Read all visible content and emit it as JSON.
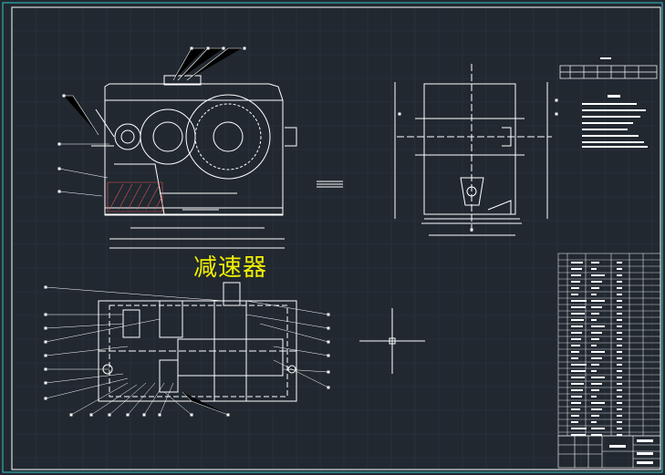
{
  "drawing": {
    "title": "减速器"
  },
  "colors": {
    "background": "#212830",
    "grid": "#2c3540",
    "border": "#35c8c8",
    "lines": "#ffffff",
    "title": "#f2f000",
    "hatch": "#e05050"
  },
  "views": {
    "front": "gearbox-front-view",
    "side": "gearbox-side-view",
    "top": "gearbox-top-view"
  },
  "icons": {
    "cursor": "crosshair-cursor-icon"
  }
}
